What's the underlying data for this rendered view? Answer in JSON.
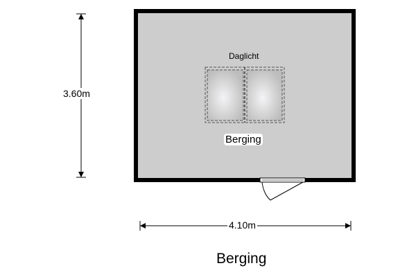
{
  "room": {
    "name": "Berging",
    "skylight_label": "Daglicht"
  },
  "dimensions": {
    "height": "3.60m",
    "width": "4.10m"
  },
  "plan_title": "Berging"
}
